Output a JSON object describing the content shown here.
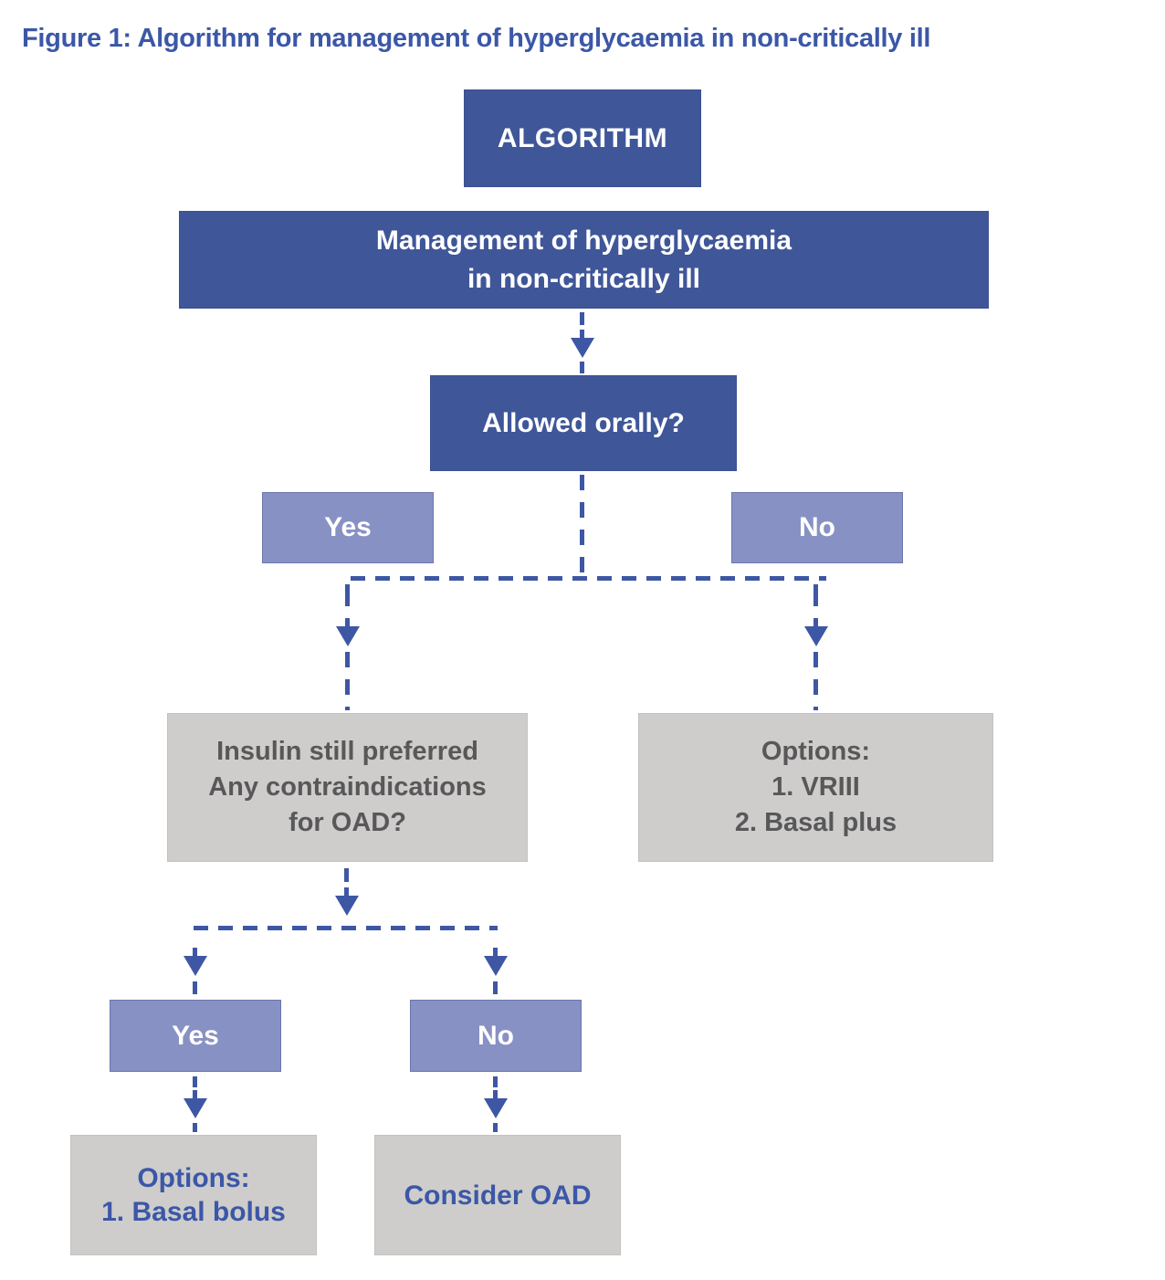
{
  "figure": {
    "title": "Figure 1: Algorithm for management of hyperglycaemia in non-critically ill"
  },
  "colors": {
    "dark_blue": "#3F5699",
    "light_purple": "#8891C4",
    "gray_box": "#CECDCB",
    "gray_text": "#58585A",
    "blue_text": "#3B57A7",
    "connector_blue": "#3E57A4",
    "page_bg": "#FFFFFF"
  },
  "nodes": {
    "algorithm": {
      "label": "ALGORITHM"
    },
    "management": {
      "lines": [
        "Management of hyperglycaemia",
        "in non-critically ill"
      ]
    },
    "allowed_orally": {
      "label": "Allowed orally?"
    },
    "oral_yes": {
      "label": "Yes"
    },
    "oral_no": {
      "label": "No"
    },
    "insulin_question": {
      "lines": [
        "Insulin still preferred",
        "Any contraindications",
        "for OAD?"
      ]
    },
    "npo_options": {
      "lines": [
        "Options:",
        "1. VRIII",
        "2. Basal plus"
      ]
    },
    "contra_yes": {
      "label": "Yes"
    },
    "contra_no": {
      "label": "No"
    },
    "basal_bolus_options": {
      "lines": [
        "Options:",
        "1. Basal bolus"
      ]
    },
    "consider_oad": {
      "label": "Consider OAD"
    }
  }
}
